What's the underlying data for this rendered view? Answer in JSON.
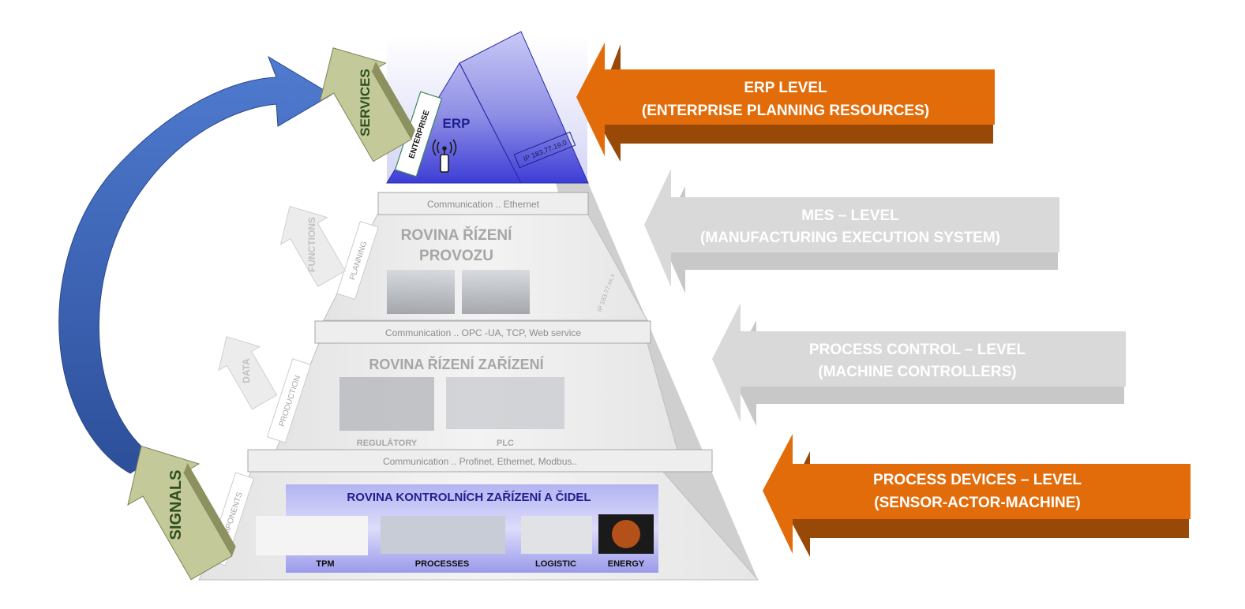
{
  "pyramid": {
    "erp": {
      "title": "ERP",
      "enterprise_tag": "ENTERPRISE",
      "ip": "IP 183.77.19.0"
    },
    "bars": {
      "top": "Communication .. Ethernet",
      "middle": "Communication .. OPC -UA, TCP, Web service",
      "bottom": "Communication .. Profinet, Ethernet, Modbus.."
    },
    "provozu": {
      "title_line1": "ROVINA ŘÍZENÍ",
      "title_line2": "PROVOZU",
      "ip": "IP 183.77.xx.x"
    },
    "zarizeni": {
      "title": "ROVINA ŘÍZENÍ ZAŘÍZENÍ",
      "left_caption": "REGULÁTORY",
      "right_caption": "PLC"
    },
    "cidel": {
      "title": "ROVINA KONTROLNÍCH ZAŘÍZENÍ A ČIDEL",
      "items": [
        "TPM",
        "PROCESSES",
        "LOGISTIC",
        "ENERGY"
      ]
    },
    "side_tags": {
      "planning": "PLANNING",
      "production": "PRODUCTION",
      "components": "COMPONENTS"
    }
  },
  "left_arrows": {
    "services": "SERVICES",
    "functions": "FUNCTIONS",
    "data": "DATA",
    "signals": "SIGNALS"
  },
  "right_arrows": [
    {
      "line1": "ERP LEVEL",
      "line2": "(ENTERPRISE PLANNING RESOURCES)",
      "color": "#e36c0a",
      "active": true
    },
    {
      "line1": "MES – LEVEL",
      "line2": "(MANUFACTURING EXECUTION SYSTEM)",
      "color": "#d9d9d9",
      "active": false
    },
    {
      "line1": "PROCESS CONTROL – LEVEL",
      "line2": "(MACHINE CONTROLLERS)",
      "color": "#d9d9d9",
      "active": false
    },
    {
      "line1": "PROCESS DEVICES  – LEVEL",
      "line2": "(SENSOR-ACTOR-MACHINE)",
      "color": "#e36c0a",
      "active": true
    }
  ],
  "colors": {
    "erp_blue": "#3d3dd6",
    "cidel_text": "#1f1f8f",
    "orange": "#e36c0a",
    "orange_dark": "#984807",
    "grey_arrow": "#d9d9d9",
    "khaki": "#c4c99a",
    "curve_blue": "#3a64b8"
  }
}
